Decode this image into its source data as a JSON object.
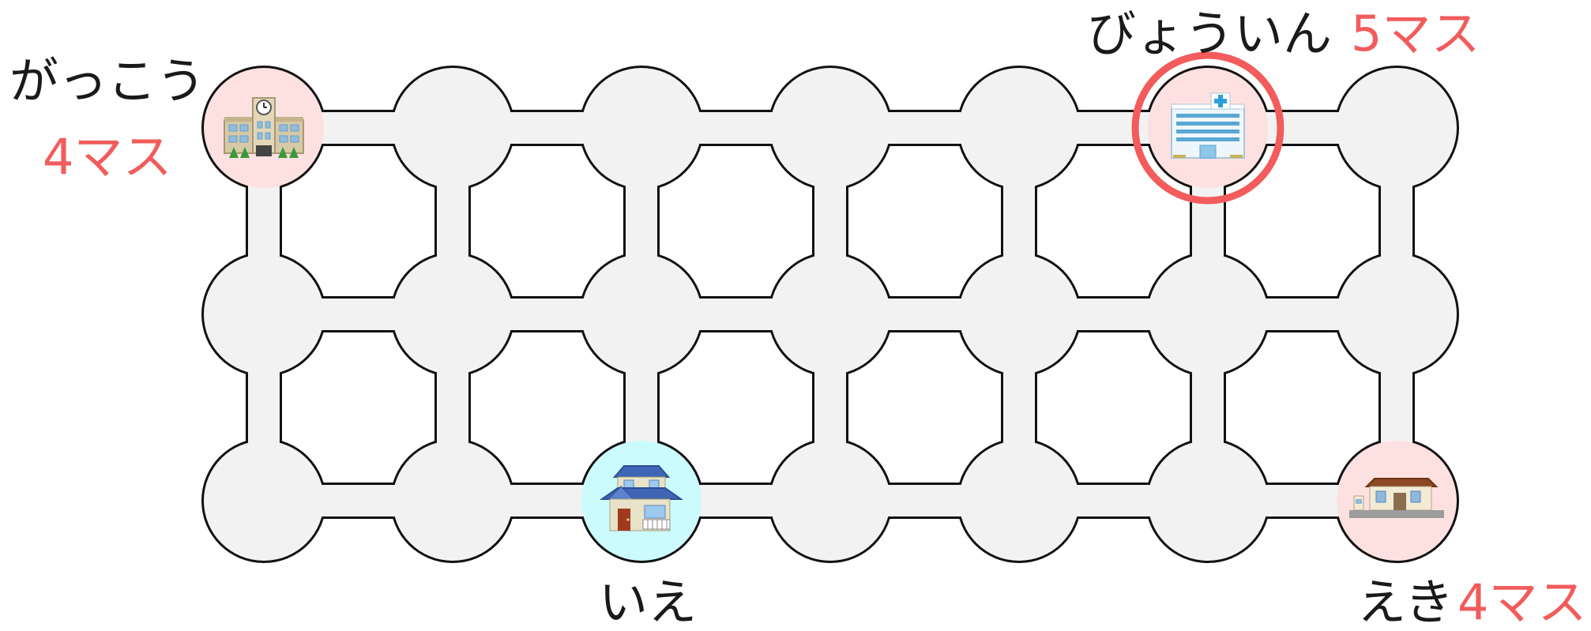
{
  "grid": {
    "rows": 3,
    "cols": 7
  },
  "colors": {
    "node_fill": "#f2f2f2",
    "stroke": "#111111",
    "landmark_pink": "#fde1e1",
    "landmark_cyan": "#ccfbfd",
    "highlight_ring": "#f25c5c",
    "distance_text": "#f25c5c"
  },
  "landmarks": {
    "school": {
      "name": "がっこう",
      "distance": "4マス",
      "icon": "school-icon",
      "row": 0,
      "col": 0,
      "bg": "pink"
    },
    "hospital": {
      "name": "びょういん",
      "distance": "5マス",
      "icon": "hospital-icon",
      "row": 0,
      "col": 5,
      "bg": "pink",
      "highlighted": true
    },
    "home": {
      "name": "いえ",
      "icon": "house-icon",
      "row": 2,
      "col": 2,
      "bg": "cyan"
    },
    "station": {
      "name": "えき",
      "distance": "4マス",
      "icon": "station-icon",
      "row": 2,
      "col": 6,
      "bg": "pink"
    }
  }
}
